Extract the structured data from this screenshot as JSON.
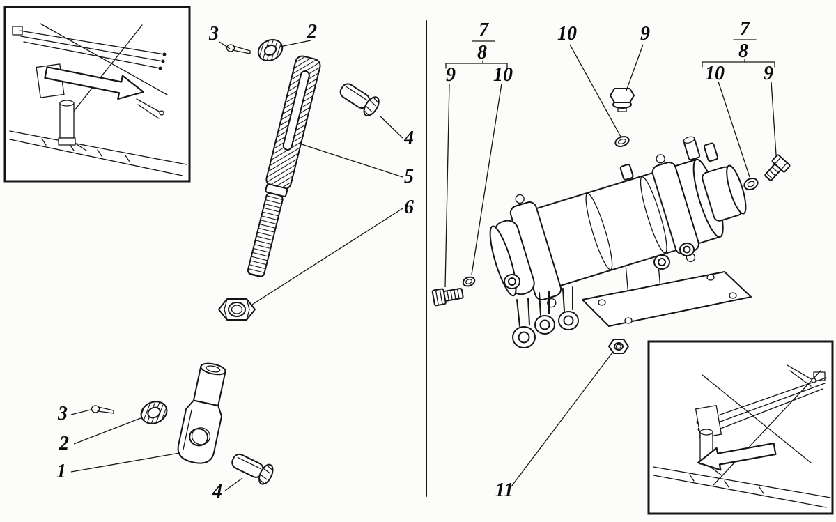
{
  "colors": {
    "ink": "#151515",
    "paper": "#fcfcfa"
  },
  "callouts": {
    "rod_group": {
      "cotter_pin": "3",
      "washer": "2",
      "pin": "4",
      "rod": "5",
      "nut": "6"
    },
    "clevis_group": {
      "cotter_pin": "3",
      "washer": "2",
      "clevis": "1",
      "pin": "4"
    },
    "chamber_left": {
      "fraction_numerator": "7",
      "fraction_denominator": "8",
      "bolt": "9",
      "washer": "10"
    },
    "chamber_top": {
      "washer": "10",
      "bolt": "9"
    },
    "chamber_right": {
      "fraction_numerator": "7",
      "fraction_denominator": "8",
      "washer": "10",
      "bolt": "9"
    },
    "chamber_bottom": {
      "nut": "11"
    }
  }
}
